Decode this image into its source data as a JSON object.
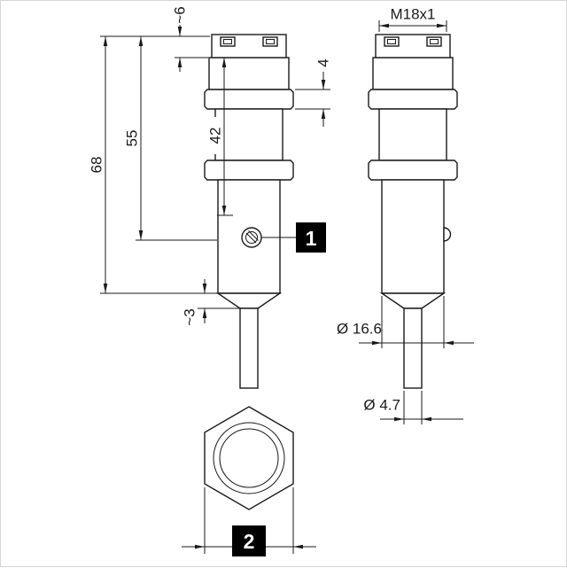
{
  "drawing": {
    "dimensions": {
      "top_section_height": "~6",
      "thread_spec": "M18x1",
      "nut_thickness": "4",
      "length_to_indicator": "55",
      "threaded_length": "42",
      "overall_length": "68",
      "tip_height": "~3",
      "housing_diameter": "Ø 16.6",
      "cable_diameter": "Ø 4.7"
    },
    "callouts": {
      "one": "1",
      "two": "2"
    },
    "colors": {
      "line_color": "#1a1a1a",
      "background": "#ffffff",
      "callout_background": "#000000",
      "callout_text_color": "#ffffff"
    }
  }
}
